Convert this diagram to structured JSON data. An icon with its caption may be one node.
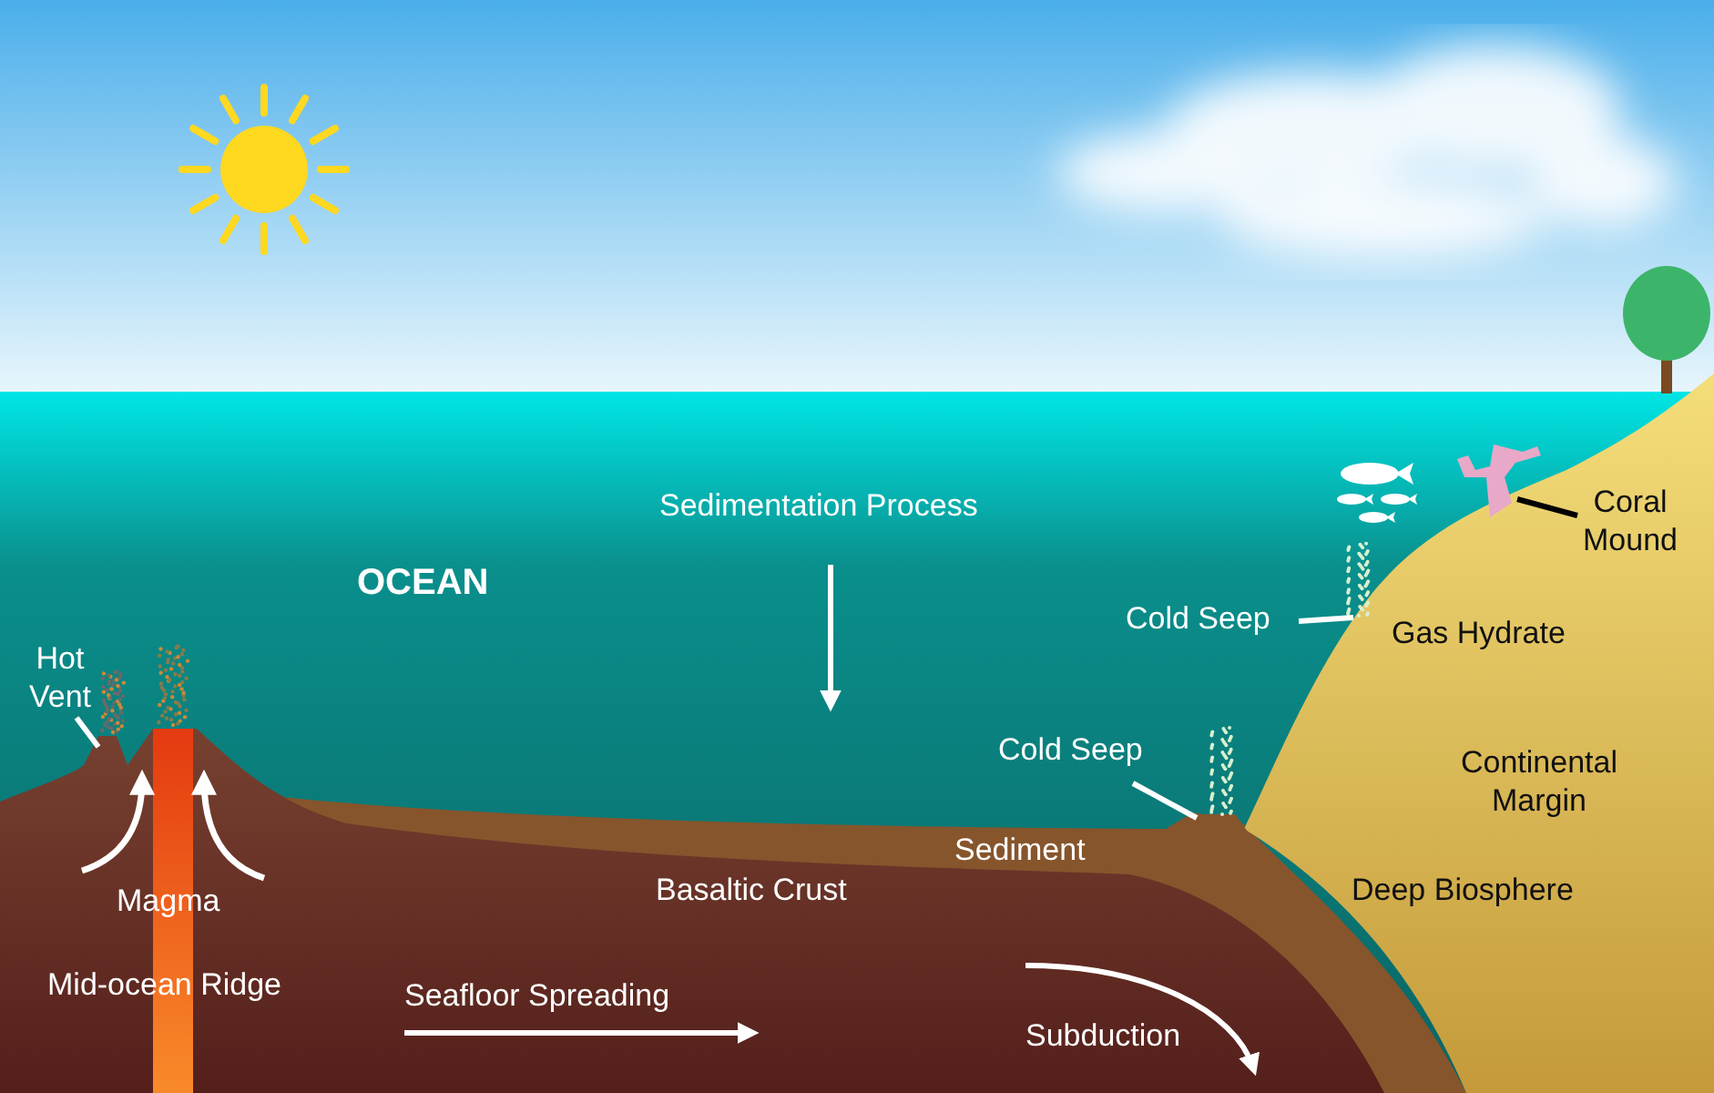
{
  "diagram": {
    "nodes": [
      {
        "text": [
          "Hot Vent"
        ]
      },
      {
        "text": [
          "Cold Seep"
        ]
      },
      {
        "text": [
          "Cold Seep"
        ]
      },
      {
        "text": [
          "Coral Mound"
        ]
      },
      {
        "text": [],
        "shape": "mound"
      }
    ],
    "edges": [
      {
        "from": 0,
        "to": null,
        "arrow": "none"
      },
      {
        "from": 1,
        "to": null,
        "arrow": "none"
      },
      {
        "from": 2,
        "to": 4,
        "arrow": "none"
      },
      {
        "from": 3,
        "to": null,
        "arrow": "none",
        "color": "#000000"
      }
    ],
    "labels": [
      "OCEAN",
      "Sedimentation Process",
      "Gas Hydrate",
      "Continental Margin",
      "Sediment",
      "Magma",
      "Basaltic Crust",
      "Deep Biosphere",
      "Mid-ocean Ridge",
      "Seafloor Spreading",
      "Subduction"
    ]
  }
}
